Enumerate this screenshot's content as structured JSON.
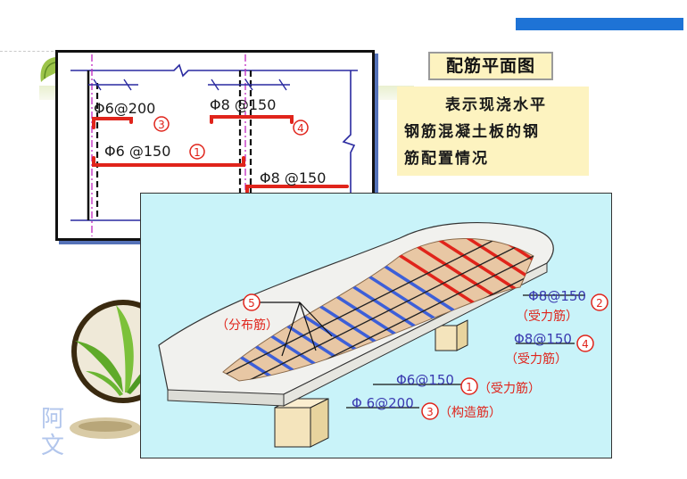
{
  "slide": {
    "title": "配筋平面图",
    "description_lines": [
      "表示现浇水平",
      "钢筋混凝土板的钢",
      "筋配置情况"
    ],
    "logo_chars": [
      "阿",
      "文"
    ]
  },
  "plan_view": {
    "rebar_labels": {
      "r3": "Φ6@200",
      "r4": "Φ8 @150",
      "r1": "Φ6 @150",
      "r2": "Φ8 @150"
    },
    "markers": {
      "m1": "1",
      "m2": "2",
      "m3": "3",
      "m4": "4"
    }
  },
  "isometric_view": {
    "callouts": {
      "c5_number": "5",
      "c5_text": "（分布筋）",
      "c2_label": "Φ8@150",
      "c2_number": "2",
      "c2_text": "（受力筋）",
      "c4_label": "Φ8@150",
      "c4_number": "4",
      "c4_text": "（受力筋）",
      "c1_label": "Φ6@150",
      "c1_number": "1",
      "c1_text": "（受力筋）",
      "c3_label": "Φ 6@200",
      "c3_number": "3",
      "c3_text": "（构造筋）"
    }
  },
  "colors": {
    "accent_blue": "#1e73d6",
    "rebar_red": "#e0241b",
    "rebar_blue": "#3d5fd8",
    "label_blue": "#3a3ab0",
    "note_yellow": "#fdf3c0",
    "panel_cyan": "#c9f3f9"
  }
}
